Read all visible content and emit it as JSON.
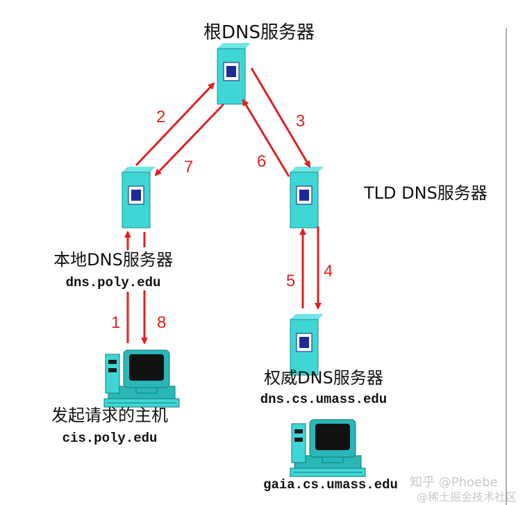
{
  "colors": {
    "arrow": "#e02020",
    "server_body": "#27c1c1",
    "server_front": "#3fd6d6",
    "server_screen": "#1f2a9a",
    "pc_case": "#2ab7b7",
    "pc_screen": "#121212"
  },
  "nodes": {
    "root_label": "根DNS服务器",
    "tld_label": "TLD DNS服务器",
    "local_label": "本地DNS服务器",
    "local_host": "dns.poly.edu",
    "auth_label": "权威DNS服务器",
    "auth_host": "dns.cs.umass.edu",
    "client_label": "发起请求的主机",
    "client_host": "cis.poly.edu",
    "target_host": "gaia.cs.umass.edu"
  },
  "steps": {
    "s1": "1",
    "s2": "2",
    "s3": "3",
    "s4": "4",
    "s5": "5",
    "s6": "6",
    "s7": "7",
    "s8": "8"
  },
  "watermark": {
    "zhihu": "知乎 @Phoebe",
    "juejin": "@稀土掘金技术社区"
  }
}
